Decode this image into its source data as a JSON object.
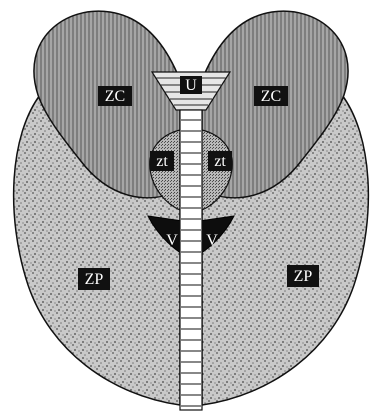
{
  "labels": {
    "urethra": "U",
    "central_zone_left": "ZC",
    "central_zone_right": "ZC",
    "transition_zone_left": "zt",
    "transition_zone_right": "zt",
    "verumontanum_left": "V",
    "verumontanum_right": "V",
    "peripheral_zone_left": "ZP",
    "peripheral_zone_right": "ZP"
  },
  "colors": {
    "outline": "#111111",
    "peripheral_fill": "#c8c8c8",
    "central_fill": "#9c9c9c",
    "transition_fill": "#bdbdbd",
    "verumontanum_fill": "#0d0d0d",
    "label_bg": "#111111",
    "label_text": "#ffffff"
  }
}
